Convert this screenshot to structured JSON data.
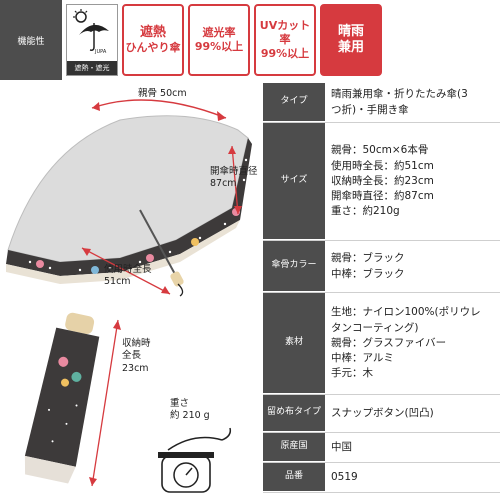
{
  "features": {
    "label": "機能性",
    "icon_caption": "遮熱・遮光",
    "icon_name": "umbrella-sun-icon",
    "badges": [
      {
        "line1": "遮熱",
        "line2": "ひんやり傘"
      },
      {
        "line1": "遮光率",
        "line2": "99%以上"
      },
      {
        "line1": "UVカット率",
        "line2": "99%以上"
      },
      {
        "line1": "晴雨",
        "line2": "兼用"
      }
    ]
  },
  "dimensions": {
    "rib": "親骨 50cm",
    "open_diameter_line1": "開傘時直径",
    "open_diameter_line2": "87cm",
    "total_length_line1": "使用時全長",
    "total_length_line2": "51cm",
    "folded_line1": "収納時",
    "folded_line2": "全長",
    "folded_line3": "23cm",
    "weight_line1": "重さ",
    "weight_line2": "約 210 g"
  },
  "spec": [
    {
      "key": "タイプ",
      "lines": [
        "晴雨兼用傘・折りたたみ傘(3",
        "つ折)・手開き傘"
      ]
    },
    {
      "key": "サイズ",
      "lines": [
        "親骨：50cm×6本骨",
        "使用時全長：約51cm",
        "収納時全長：約23cm",
        "開傘時直径：約87cm",
        "重さ：約210g"
      ]
    },
    {
      "key": "傘骨カラー",
      "lines": [
        "親骨：ブラック",
        "中棒：ブラック"
      ]
    },
    {
      "key": "素材",
      "lines": [
        "生地：ナイロン100%(ポリウレ",
        "タンコーティング)",
        "親骨：グラスファイバー",
        "中棒：アルミ",
        "手元：木"
      ]
    },
    {
      "key": "留め布タイプ",
      "lines": [
        "スナップボタン(凹凸)"
      ]
    },
    {
      "key": "原産国",
      "lines": [
        "中国"
      ]
    },
    {
      "key": "品番",
      "lines": [
        "0519"
      ]
    }
  ],
  "colors": {
    "accent": "#d63a3f",
    "label_bg": "#4d4d4d",
    "canopy_outer": "#d9d9d9",
    "canopy_inner": "#3d3a3a"
  }
}
